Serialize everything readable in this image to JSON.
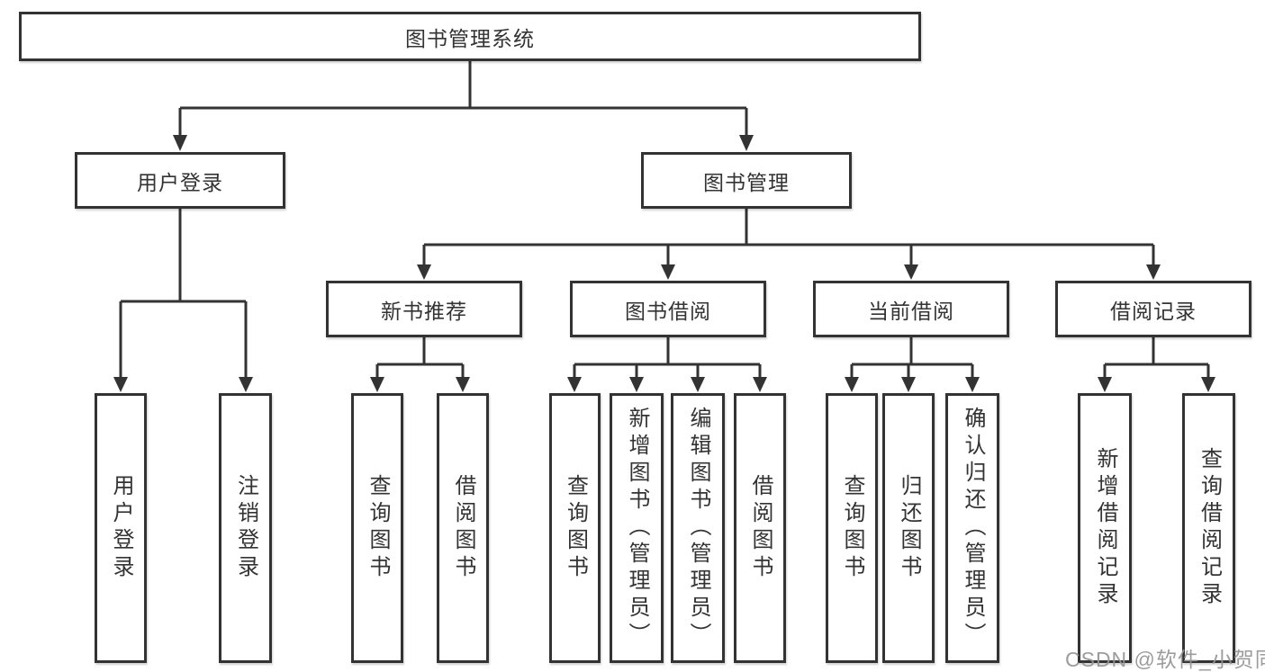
{
  "diagram": {
    "tree": {
      "label": "图书管理系统",
      "children": [
        {
          "label": "用户登录",
          "children": [
            {
              "label": "用户登录"
            },
            {
              "label": "注销登录"
            }
          ]
        },
        {
          "label": "图书管理",
          "children": [
            {
              "label": "新书推荐",
              "children": [
                {
                  "label": "查询图书"
                },
                {
                  "label": "借阅图书"
                }
              ]
            },
            {
              "label": "图书借阅",
              "children": [
                {
                  "label": "查询图书"
                },
                {
                  "label": "新增图书（管理员）"
                },
                {
                  "label": "编辑图书（管理员）"
                },
                {
                  "label": "借阅图书"
                }
              ]
            },
            {
              "label": "当前借阅",
              "children": [
                {
                  "label": "查询图书"
                },
                {
                  "label": "归还图书"
                },
                {
                  "label": "确认归还（管理员）"
                }
              ]
            },
            {
              "label": "借阅记录",
              "children": [
                {
                  "label": "新增借阅记录"
                },
                {
                  "label": "查询借阅记录"
                }
              ]
            }
          ]
        }
      ]
    }
  },
  "watermark": {
    "text": "CSDN @软件_小贺同学"
  },
  "colors": {
    "line": "#333333",
    "box_border": "#333333",
    "text": "#333333",
    "background": "#ffffff",
    "watermark": "#949494"
  }
}
